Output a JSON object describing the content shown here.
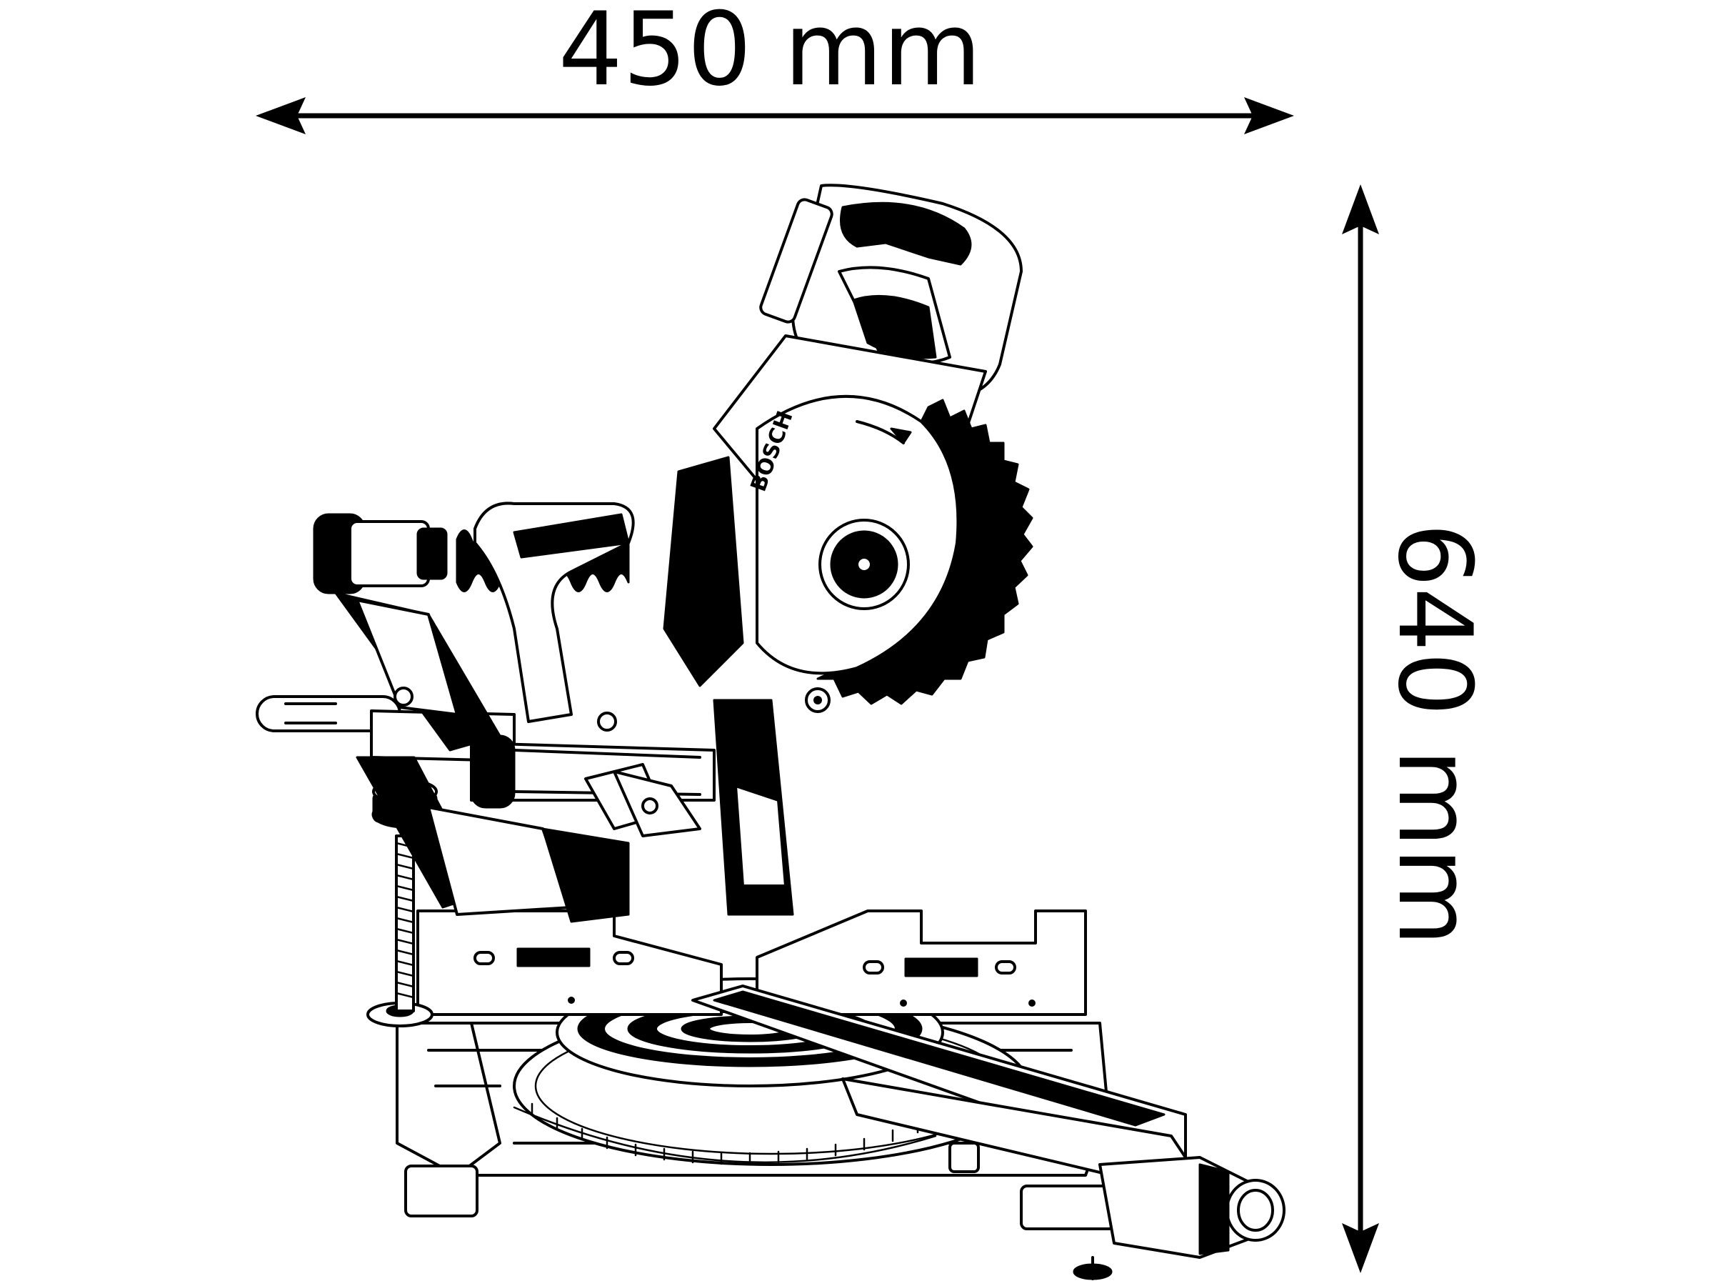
{
  "dimensions": {
    "width_label": "450 mm",
    "height_label": "640 mm"
  },
  "blade_brand": "BOSCH",
  "colors": {
    "line": "#000000",
    "background": "#ffffff"
  }
}
